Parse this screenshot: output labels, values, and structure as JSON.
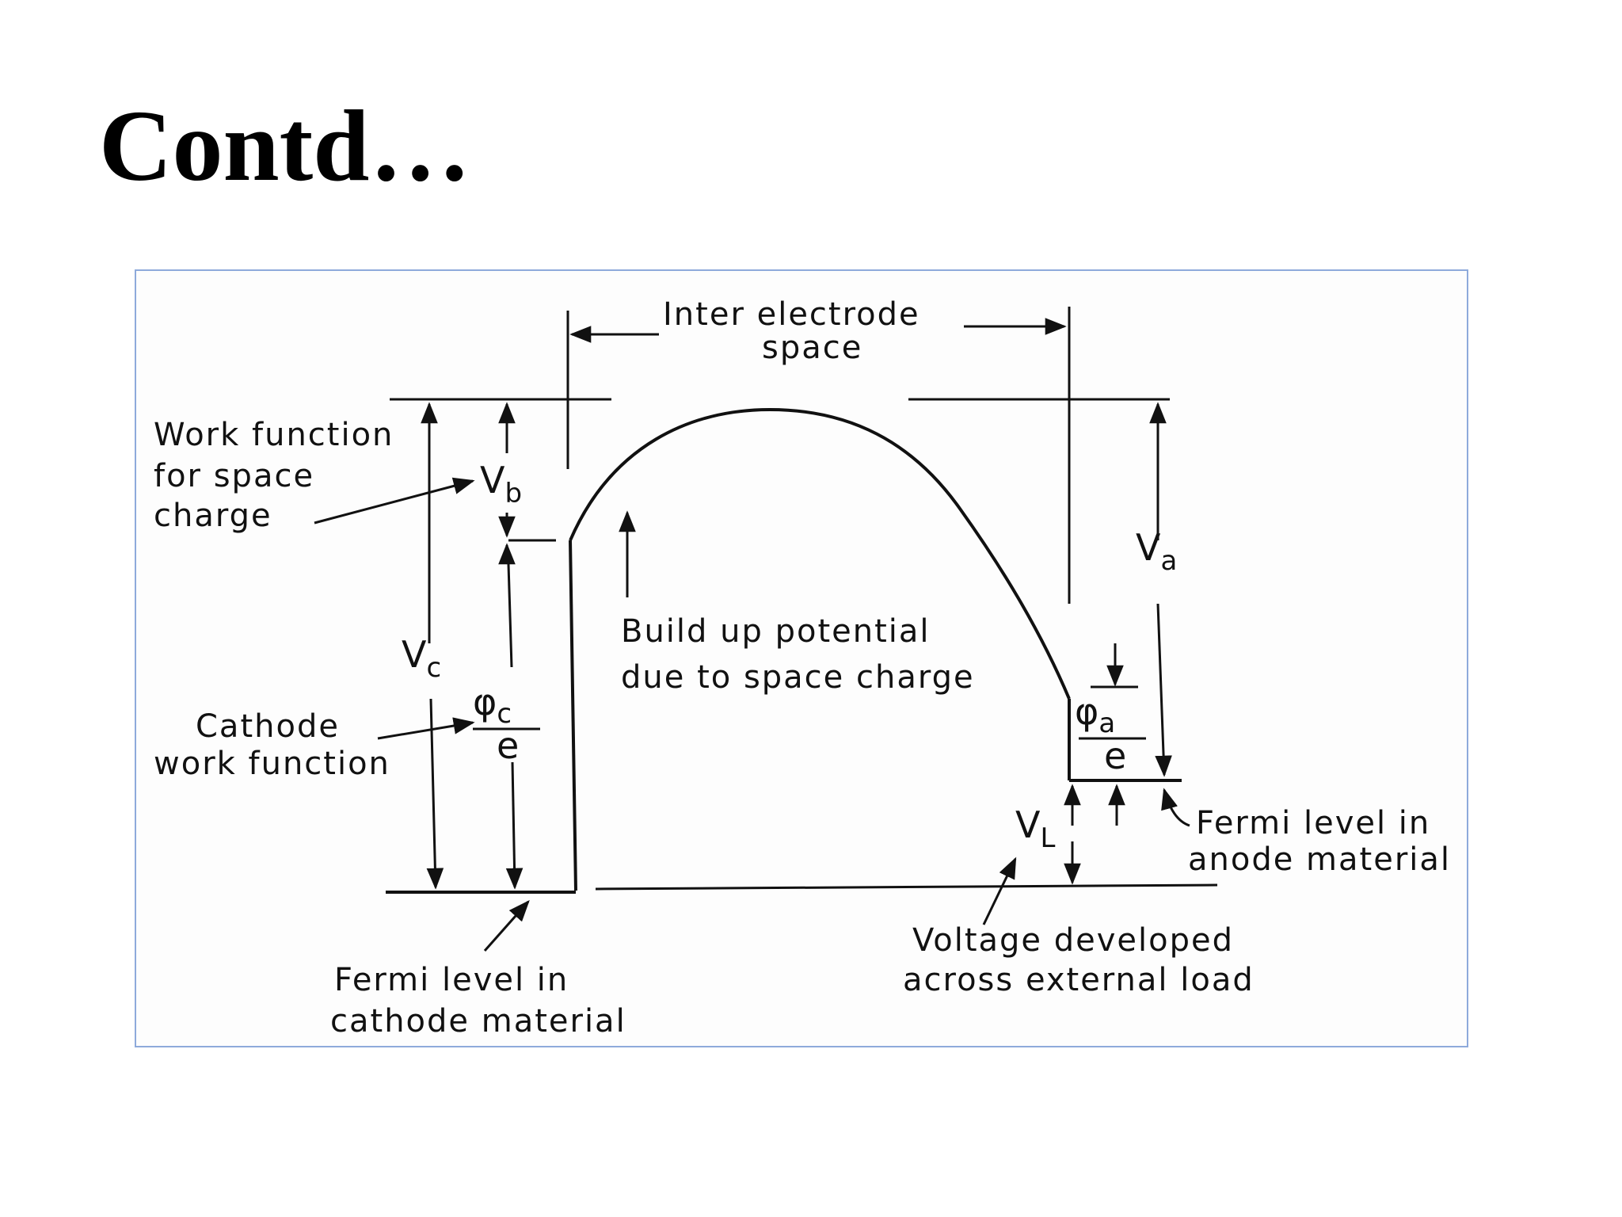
{
  "slide": {
    "title": "Contd…"
  },
  "diagram": {
    "inter_electrode_line1": "Inter electrode",
    "inter_electrode_line2": "space",
    "work_function_space_line1": "Work function",
    "work_function_space_line2": "for space",
    "work_function_space_line3": "charge",
    "vb_main": "V",
    "vb_sub": "b",
    "vc_main": "V",
    "vc_sub": "c",
    "va_main": "V",
    "va_sub": "a",
    "vl_main": "V",
    "vl_sub": "L",
    "phi_c_num": "φ",
    "phi_c_sub": "c",
    "phi_c_den": "e",
    "phi_a_num": "φ",
    "phi_a_sub": "a",
    "phi_a_den": "e",
    "buildup_line1": "Build up potential",
    "buildup_line2": "due to space charge",
    "cathode_wf_line1": "Cathode",
    "cathode_wf_line2": "work function",
    "fermi_anode_line1": "Fermi level in",
    "fermi_anode_line2": "anode material",
    "fermi_cathode_line1": "Fermi level in",
    "fermi_cathode_line2": "cathode material",
    "voltage_load_line1": "Voltage developed",
    "voltage_load_line2": "across external load"
  }
}
